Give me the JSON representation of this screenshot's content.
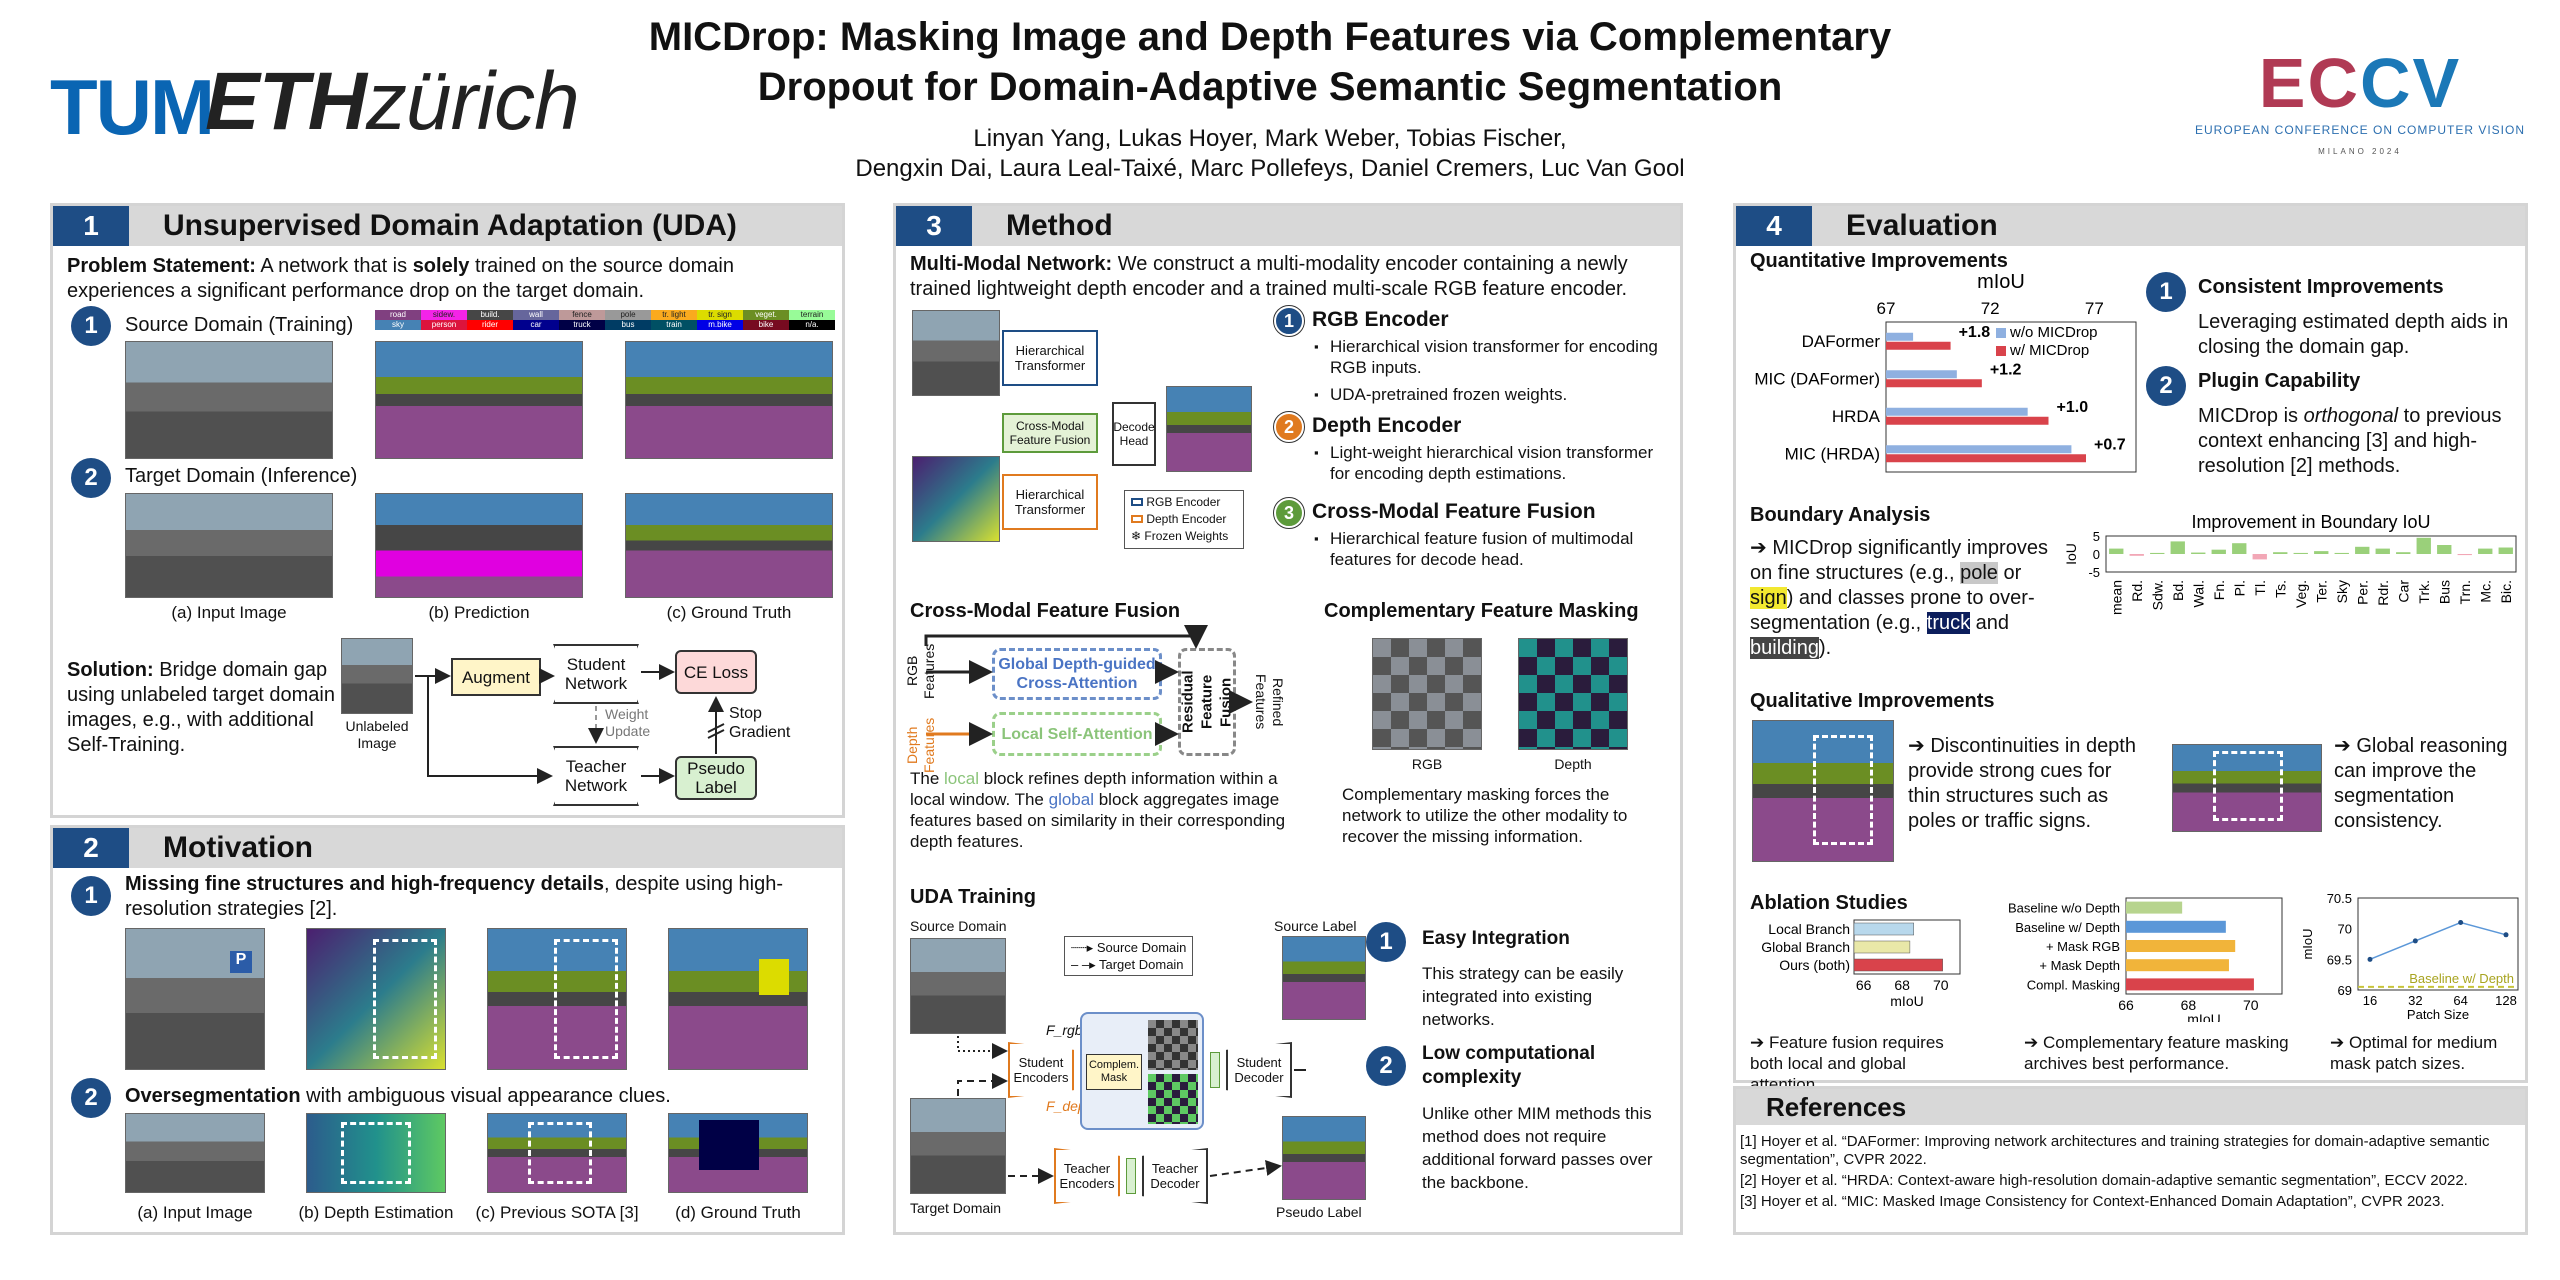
{
  "header": {
    "logo_tum": "TUM",
    "logo_eth_bold": "ETH",
    "logo_eth_light": "zürich",
    "title_line1": "MICDrop: Masking Image and Depth Features via Complementary",
    "title_line2": "Dropout for Domain-Adaptive Semantic Segmentation",
    "authors_line1": "Linyan Yang, Lukas Hoyer, Mark Weber, Tobias Fischer,",
    "authors_line2": "Dengxin Dai, Laura Leal-Taixé, Marc Pollefeys, Daniel Cremers, Luc Van Gool",
    "eccv_mark_a": "EC",
    "eccv_mark_b": "CV",
    "eccv_sub": "EUROPEAN CONFERENCE ON COMPUTER VISION",
    "eccv_city": "MILANO 2024"
  },
  "section1": {
    "num": "1",
    "title": "Unsupervised Domain Adaptation (UDA)",
    "problem_label": "Problem Statement:",
    "problem_a": " A network that is ",
    "problem_bold": "solely",
    "problem_b": " trained on the source domain experiences a significant performance drop on the target domain.",
    "source_num": "1",
    "source_label": "Source Domain (Training)",
    "target_num": "2",
    "target_label": "Target Domain (Inference)",
    "captions": [
      "(a) Input Image",
      "(b) Prediction",
      "(c) Ground Truth"
    ],
    "legend_row1": [
      "road",
      "sidew.",
      "build.",
      "wall",
      "fence",
      "pole",
      "tr. light",
      "tr. sign",
      "veget.",
      "terrain"
    ],
    "legend_row2": [
      "sky",
      "person",
      "rider",
      "car",
      "truck",
      "bus",
      "train",
      "m.bike",
      "bike",
      "n/a."
    ],
    "legend_colors_row1": [
      "#804080",
      "#f423e8",
      "#464646",
      "#66669c",
      "#be9999",
      "#999999",
      "#faaa1e",
      "#dcdc00",
      "#6b8e23",
      "#98fb98"
    ],
    "legend_colors_row2": [
      "#4682b4",
      "#dc143c",
      "#ff0000",
      "#00008e",
      "#000046",
      "#003c64",
      "#005064",
      "#0000e6",
      "#770b20",
      "#000000"
    ],
    "solution_label": "Solution:",
    "solution_text": " Bridge domain gap using unlabeled target domain images, e.g., with additional Self-Training.",
    "unlabeled_image": "Unlabeled Image",
    "augment": "Augment",
    "student_network": "Student Network",
    "teacher_network": "Teacher Network",
    "ce_loss": "CE Loss",
    "pseudo_label": "Pseudo Label",
    "weight_update": "Weight Update",
    "stop_gradient": "Stop Gradient"
  },
  "section2": {
    "num": "2",
    "title": "Motivation",
    "item1_num": "1",
    "item1_bold": "Missing fine structures and high-frequency details",
    "item1_rest": ", despite using high-resolution strategies [2].",
    "item2_num": "2",
    "item2_bold": "Oversegmentation",
    "item2_rest": " with ambiguous visual appearance clues.",
    "captions": [
      "(a) Input Image",
      "(b) Depth Estimation",
      "(c) Previous SOTA [3]",
      "(d) Ground Truth"
    ]
  },
  "section3": {
    "num": "3",
    "title": "Method",
    "mm_label": "Multi-Modal Network:",
    "mm_text": " We construct a multi-modality encoder containing a newly trained lightweight depth encoder and a trained multi-scale RGB feature encoder.",
    "diagram": {
      "hier_rgb": "Hierarchical Transformer",
      "hier_depth": "Hierarchical Transformer",
      "cross_modal": "Cross-Modal Feature Fusion",
      "decode_head": "Decode Head",
      "legend_rgb": "RGB Encoder",
      "legend_depth": "Depth Encoder",
      "legend_frozen": "Frozen Weights"
    },
    "enc1_num": "1",
    "enc1_title": "RGB Encoder",
    "enc1_bullets": [
      "Hierarchical vision transformer for encoding RGB inputs.",
      "UDA-pretrained frozen weights."
    ],
    "enc2_num": "2",
    "enc2_title": "Depth Encoder",
    "enc2_bullets": [
      "Light-weight hierarchical vision transformer for encoding depth estimations."
    ],
    "enc3_num": "3",
    "enc3_title": "Cross-Modal Feature Fusion",
    "enc3_bullets": [
      "Hierarchical feature fusion of multimodal features for decode head."
    ],
    "cmff_title": "Cross-Modal Feature Fusion",
    "rgb_features": "RGB Features",
    "depth_features": "Depth Features",
    "global_block": "Global Depth-guided Cross-Attention",
    "local_block": "Local Self-Attention",
    "residual_fusion": "Residual Feature Fusion",
    "refined_features": "Refined Features",
    "cmff_t1": "The ",
    "cmff_local": "local",
    "cmff_t2": " block refines depth information within a local window. The ",
    "cmff_global": "global",
    "cmff_t3": " block aggregates image features based on similarity in their corresponding depth features.",
    "cfm_title": "Complementary Feature Masking",
    "cfm_rgb": "RGB",
    "cfm_depth": "Depth",
    "cfm_text": "Complementary masking forces the network to utilize the other modality to recover the missing information.",
    "uda_title": "UDA Training",
    "source_domain": "Source Domain",
    "target_domain": "Target Domain",
    "legend_source": "Source Domain",
    "legend_target": "Target Domain",
    "f_rgb": "F_rgb",
    "f_depth": "F_depth",
    "student_encoders": "Student Encoders",
    "complem_mask": "Complem. Mask",
    "student_decoder": "Student Decoder",
    "teacher_encoders": "Teacher Encoders",
    "teacher_decoder": "Teacher Decoder",
    "source_label": "Source Label",
    "pseudo_label": "Pseudo Label",
    "easy_num": "1",
    "easy_title": "Easy Integration",
    "easy_text": "This strategy can be easily integrated into existing networks.",
    "low_num": "2",
    "low_title": "Low computational complexity",
    "low_text": "Unlike other MIM methods this method does not require additional forward passes over the backbone."
  },
  "section4": {
    "num": "4",
    "title": "Evaluation",
    "quant_title": "Quantitative Improvements",
    "consistent_num": "1",
    "consistent_title": "Consistent Improvements",
    "consistent_text": "Leveraging estimated depth aids in closing the domain gap.",
    "plugin_num": "2",
    "plugin_title": "Plugin Capability",
    "plugin_a": "MICDrop is ",
    "plugin_em": "orthogonal",
    "plugin_b": " to previous context enhancing [3] and high-resolution [2] methods.",
    "boundary_title": "Boundary Analysis",
    "boundary_a": "➔ MICDrop significantly improves on fine structures (e.g., ",
    "boundary_pole": "pole",
    "boundary_or": " or ",
    "boundary_sign": "sign",
    "boundary_b": ") and classes prone to over-segmentation (e.g., ",
    "boundary_truck": "truck",
    "boundary_and": " and ",
    "boundary_building": "building",
    "boundary_c": ").",
    "qual_title": "Qualitative Improvements",
    "qual_text1": "➔ Discontinuities in depth provide strong cues for thin structures such as poles or traffic signs.",
    "qual_text2": "➔ Global reasoning can improve the segmentation consistency.",
    "ablation_title": "Ablation Studies",
    "abl_cap1": "➔ Feature fusion requires both local and global attention.",
    "abl_cap2": "➔ Complementary feature masking archives best performance.",
    "abl_cap3": "➔ Optimal for medium mask patch sizes."
  },
  "references": {
    "title": "References",
    "items": [
      "[1] Hoyer et al. “DAFormer: Improving network architectures and training strategies for domain-adaptive semantic segmentation”, CVPR 2022.",
      "[2] Hoyer et al. “HRDA: Context-aware high-resolution domain-adaptive semantic segmentation”, ECCV 2022.",
      "[3] Hoyer et al. “MIC: Masked Image Consistency for Context-Enhanced Domain Adaptation”, CVPR 2023."
    ]
  },
  "chart_data": [
    {
      "type": "bar",
      "title": "mIoU",
      "orientation": "horizontal",
      "categories": [
        "DAFormer",
        "MIC (DAFormer)",
        "HRDA",
        "MIC (HRDA)"
      ],
      "series": [
        {
          "name": "w/o MICDrop",
          "values": [
            68.3,
            70.4,
            73.8,
            75.9
          ],
          "color": "#8fb0e0"
        },
        {
          "name": "w/ MICDrop",
          "values": [
            70.1,
            71.6,
            74.8,
            76.6
          ],
          "color": "#d9434b"
        }
      ],
      "annotations": [
        "+1.8",
        "+1.2",
        "+1.0",
        "+0.7"
      ],
      "xticks": [
        67,
        72,
        77
      ],
      "xlim": [
        67,
        79
      ]
    },
    {
      "type": "bar",
      "title": "Improvement in Boundary IoU",
      "ylabel": "IoU",
      "categories": [
        "mean",
        "Rd.",
        "Sdw.",
        "Bd.",
        "Wal.",
        "Fn.",
        "Pl.",
        "Tl.",
        "Ts.",
        "Veg.",
        "Ter.",
        "Sky",
        "Per.",
        "Rdr.",
        "Car",
        "Trk.",
        "Bus",
        "Trn.",
        "Mc.",
        "Bic."
      ],
      "values": [
        1.5,
        -0.5,
        0.3,
        3.5,
        0.4,
        1.2,
        3.0,
        -1.5,
        0.5,
        0.3,
        0.8,
        0.3,
        2.0,
        1.5,
        0.5,
        4.5,
        2.5,
        -0.3,
        1.5,
        1.8
      ],
      "yticks": [
        5,
        0,
        -5
      ],
      "ylim": [
        -5,
        5
      ]
    },
    {
      "type": "bar",
      "orientation": "horizontal",
      "categories": [
        "Local Branch",
        "Global Branch",
        "Ours (both)"
      ],
      "values": [
        68.6,
        68.4,
        70.1
      ],
      "xlabel": "mIoU",
      "xticks": [
        66,
        68,
        70
      ],
      "xlim": [
        65.5,
        71
      ]
    },
    {
      "type": "bar",
      "orientation": "horizontal",
      "categories": [
        "Baseline w/o Depth",
        "Baseline w/ Depth",
        "+ Mask RGB",
        "+ Mask Depth",
        "Compl. Masking"
      ],
      "values": [
        67.8,
        69.2,
        69.5,
        69.3,
        70.1
      ],
      "xlabel": "mIoU",
      "xticks": [
        66,
        68,
        70
      ],
      "xlim": [
        66,
        71
      ]
    },
    {
      "type": "line",
      "x": [
        16,
        32,
        64,
        128
      ],
      "y": [
        69.5,
        69.8,
        70.1,
        69.9
      ],
      "xlabel": "Patch Size",
      "ylabel": "mIoU",
      "yticks": [
        69,
        69.5,
        70,
        70.5
      ],
      "ylim": [
        69,
        70.5
      ],
      "baseline": 69.05,
      "baseline_label": "Baseline w/ Depth"
    }
  ]
}
